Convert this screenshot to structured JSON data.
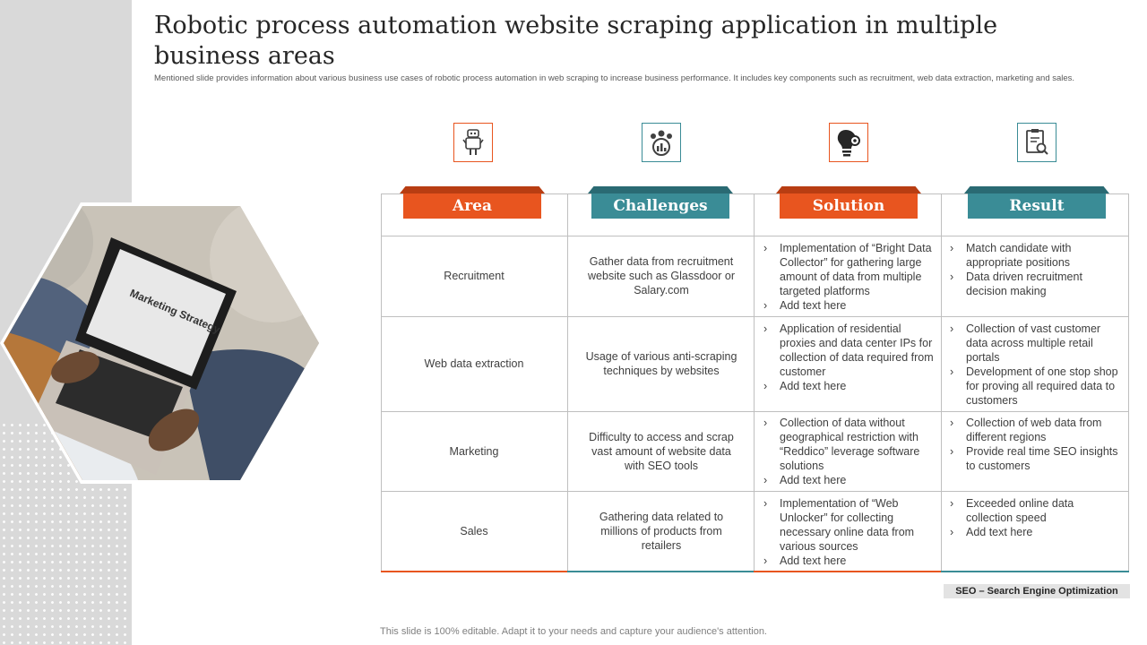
{
  "slide": {
    "title": "Robotic process automation website scraping application in multiple business areas",
    "description": "Mentioned slide provides information about various business use cases of robotic process automation in web scraping to increase business performance. It includes key components such as recruitment, web data extraction, marketing and sales.",
    "footnote": "This slide is 100% editable. Adapt it to your needs and capture your audience's attention.",
    "legend": "SEO – Search Engine Optimization"
  },
  "photo": {
    "screen_text": "Marketing Strategy"
  },
  "icons": [
    "robot-icon",
    "team-analytics-icon",
    "lightbulb-gear-icon",
    "report-search-icon"
  ],
  "colors": {
    "orange": "#e8551f",
    "teal": "#3a8c96"
  },
  "headers": [
    "Area",
    "Challenges",
    "Solution",
    "Result"
  ],
  "rows": [
    {
      "area": "Recruitment",
      "challenge": "Gather data from recruitment website such as Glassdoor or Salary.com",
      "solution": [
        "Implementation of “Bright Data Collector” for gathering large amount of data from multiple targeted platforms",
        "Add text here"
      ],
      "result": [
        "Match candidate with appropriate positions",
        "Data driven recruitment decision making"
      ]
    },
    {
      "area": "Web data extraction",
      "challenge": "Usage of various anti-scraping techniques by websites",
      "solution": [
        "Application of residential proxies and data center IPs for collection of data required from customer",
        "Add text here"
      ],
      "result": [
        "Collection of vast customer data across multiple retail portals",
        "Development of one stop shop for proving all required data to customers"
      ]
    },
    {
      "area": "Marketing",
      "challenge": "Difficulty to access and scrap vast amount of website data with SEO tools",
      "solution": [
        "Collection of data without geographical restriction with “Reddico” leverage software solutions",
        "Add text here"
      ],
      "result": [
        "Collection of web data from different regions",
        "Provide real time SEO insights to customers"
      ]
    },
    {
      "area": "Sales",
      "challenge": "Gathering data related to millions of products from retailers",
      "solution": [
        "Implementation of “Web Unlocker” for collecting necessary online data from various sources",
        "Add text here"
      ],
      "result": [
        "Exceeded online data collection speed",
        "Add text here"
      ]
    }
  ]
}
